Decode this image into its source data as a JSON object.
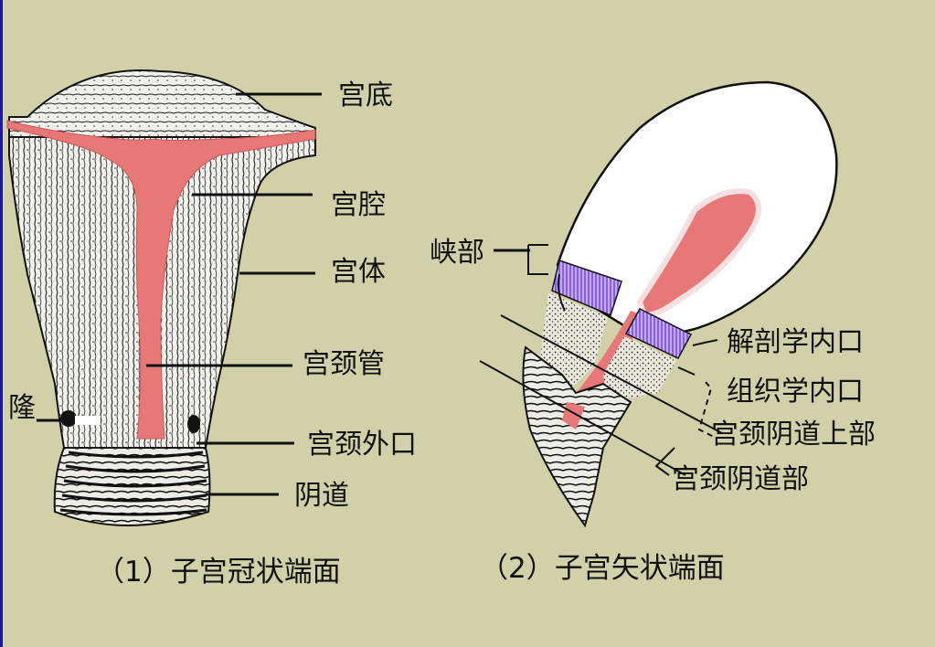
{
  "figure1": {
    "caption": "（1）子宫冠状端面",
    "labels": {
      "fundus": "宫底",
      "cavity": "宫腔",
      "body": "宫体",
      "canal": "宫颈管",
      "external_os": "宫颈外口",
      "vagina": "阴道",
      "fornix": "隆"
    }
  },
  "figure2": {
    "caption": "（2）子宫矢状端面",
    "labels": {
      "isthmus": "峡部",
      "anatomical_os": "解剖学内口",
      "histological_os": "组织学内口",
      "supravaginal": "宫颈阴道上部",
      "vaginal": "宫颈阴道部"
    }
  },
  "colors": {
    "background": "#d2d0a8",
    "cavity": "#e87878",
    "isthmus_band": "#8855ee",
    "tissue": "#f4f2ec",
    "ink": "#111111"
  }
}
